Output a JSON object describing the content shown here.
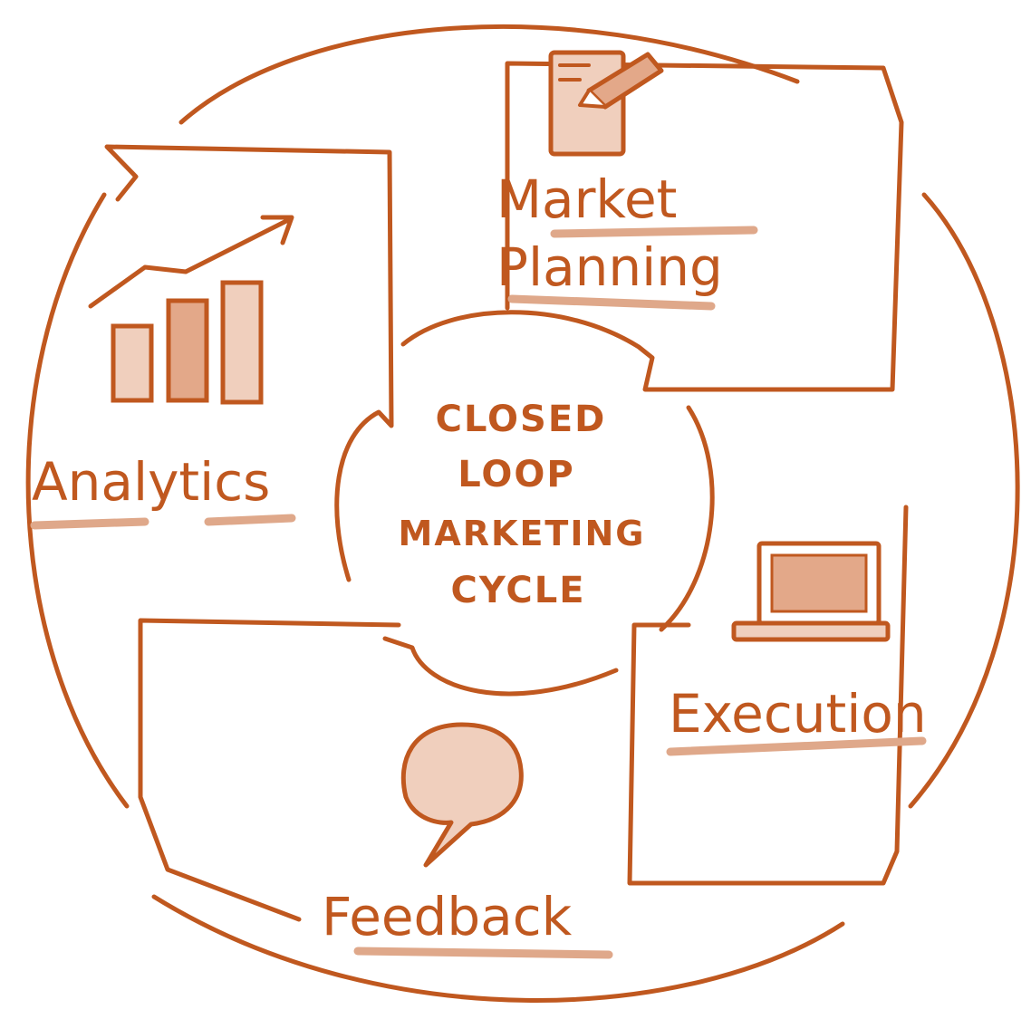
{
  "center": {
    "lines": [
      "CLOSED",
      "LOOP",
      "MARKETING",
      "CYCLE"
    ]
  },
  "stages": {
    "market_planning": {
      "line1": "Market",
      "line2": "Planning"
    },
    "execution": {
      "label": "Execution"
    },
    "feedback": {
      "label": "Feedback"
    },
    "analytics": {
      "label": "Analytics"
    }
  },
  "colors": {
    "ink": "#c0581f",
    "fill_light": "#f0cfbd",
    "fill_mid": "#e3a889",
    "underline": "#dfa88a"
  },
  "icons": {
    "market_planning": "document-pencil-icon",
    "execution": "laptop-icon",
    "feedback": "speech-bubble-icon",
    "analytics": "bar-chart-trend-icon"
  }
}
